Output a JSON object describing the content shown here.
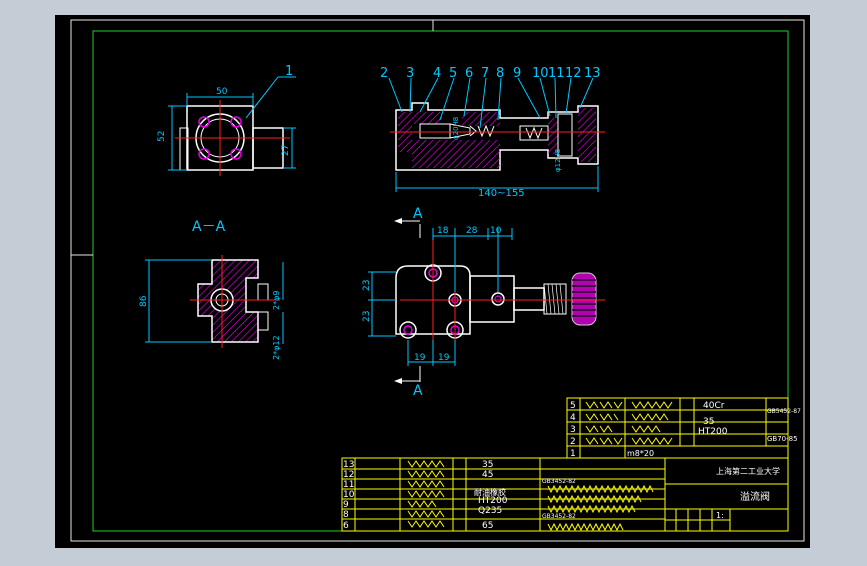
{
  "colors": {
    "background": "#c4ccd6",
    "paper": "#000000",
    "outer_frame": "#e6e6e6",
    "inner_frame": "#1fd11f",
    "dimension": "#00c8ff",
    "outline": "#ffffff",
    "hatch": "#e000e0",
    "center_line": "#ff2020",
    "table": "#ffff00",
    "table_text": "#ffffff"
  },
  "balloons": [
    "1",
    "2",
    "3",
    "4",
    "5",
    "6",
    "7",
    "8",
    "9",
    "10",
    "11",
    "12",
    "13"
  ],
  "top_view": {
    "dim_width": "50",
    "dim_height": "52",
    "dim_side": "27"
  },
  "section_label": "A－A",
  "section_view": {
    "dim_height": "86",
    "dim_bolt_a": "2*φ9",
    "dim_bolt_b": "2*φ12"
  },
  "main_view": {
    "dim_total": "140~155",
    "dim_diameter": "φ12H8"
  },
  "front_view": {
    "cut_marker": "A",
    "dim_18": "18",
    "dim_28": "28",
    "dim_10": "10",
    "dim_23_left": "23",
    "dim_23_lower": "23",
    "dim_19_a": "19",
    "dim_19_b": "19"
  },
  "upper_table": {
    "rows": [
      {
        "num": "5",
        "material": "40Cr",
        "std": "GB5452-87"
      },
      {
        "num": "4",
        "material": "",
        "std": ""
      },
      {
        "num": "3",
        "material": "35",
        "std": ""
      },
      {
        "num": "2",
        "material": "HT200",
        "std": ""
      },
      {
        "num": "1",
        "material": "",
        "std": "GB70-85"
      }
    ],
    "note": "m8*20"
  },
  "lower_table": {
    "rows": [
      {
        "num": "13",
        "material": "35",
        "std": ""
      },
      {
        "num": "12",
        "material": "45",
        "std": ""
      },
      {
        "num": "11",
        "material": "",
        "std": "GB3452-82"
      },
      {
        "num": "10",
        "material": "耐油橡胶",
        "std": ""
      },
      {
        "num": "9",
        "material": "HT200",
        "std": ""
      },
      {
        "num": "8",
        "material": "Q235",
        "std": "GB3452-82"
      },
      {
        "num": "6",
        "material": "65",
        "std": ""
      }
    ]
  },
  "title_block": {
    "school": "上海第二工业大学",
    "drawing_name": "溢流阀",
    "scale": "1:"
  }
}
